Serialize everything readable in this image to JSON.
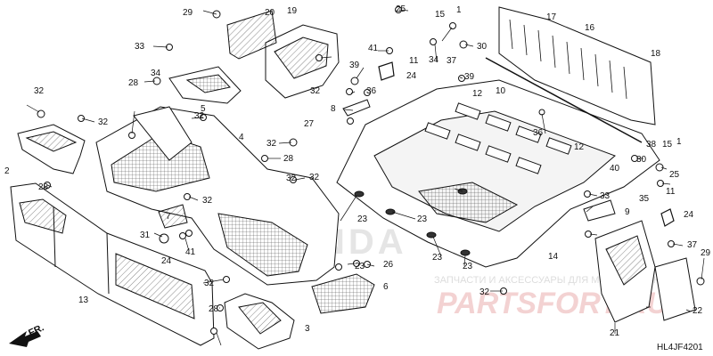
{
  "diagram": {
    "drawing_code": "HL4JF4201",
    "direction_label": "FR.",
    "watermark": {
      "logo_text": "PARTSFORT.RU",
      "tagline": "ЗАПЧАСТИ И АКСЕССУАРЫ ДЛЯ МОТОТЕХНИКИ",
      "brand_text": "HONDA"
    },
    "callouts": [
      "1",
      "1",
      "2",
      "3",
      "4",
      "5",
      "6",
      "7",
      "8",
      "9",
      "10",
      "11",
      "11",
      "12",
      "12",
      "13",
      "14",
      "15",
      "15",
      "16",
      "17",
      "18",
      "19",
      "20",
      "21",
      "22",
      "23",
      "23",
      "23",
      "23",
      "23",
      "24",
      "24",
      "24",
      "25",
      "25",
      "26",
      "27",
      "28",
      "28",
      "28",
      "28",
      "29",
      "29",
      "30",
      "30",
      "31",
      "32",
      "32",
      "32",
      "32",
      "32",
      "32",
      "32",
      "32",
      "32",
      "32",
      "33",
      "33",
      "34",
      "34",
      "35",
      "36",
      "36",
      "37",
      "37",
      "38",
      "39",
      "39",
      "40",
      "41",
      "41"
    ]
  }
}
